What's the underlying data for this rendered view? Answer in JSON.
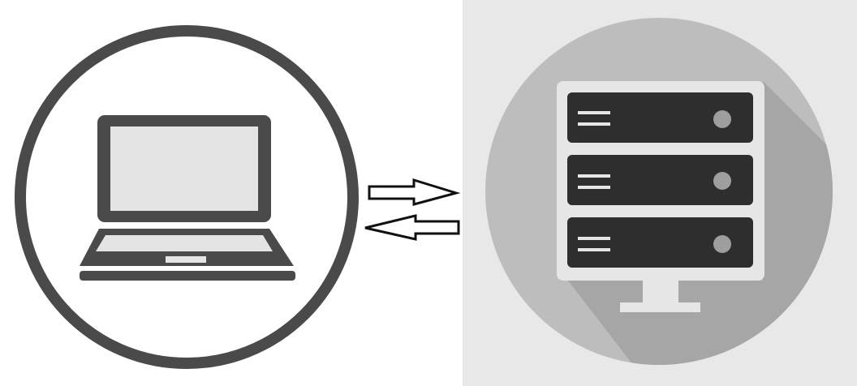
{
  "diagram": {
    "left_node": {
      "icon": "laptop-icon",
      "ring_color": "#4a4a4a",
      "screen_color": "#e4e4e4"
    },
    "right_node": {
      "icon": "server-icon",
      "panel_color": "#e8e8e8",
      "circle_color": "#bdbdbd",
      "shadow_color": "#a6a6a6",
      "rack_unit_color": "#2e2e2e",
      "frame_color": "#e6e6e6",
      "unit_count": 3
    },
    "connections": [
      {
        "icon": "arrow-right-icon",
        "direction": "to-server"
      },
      {
        "icon": "arrow-left-icon",
        "direction": "to-client"
      }
    ]
  }
}
